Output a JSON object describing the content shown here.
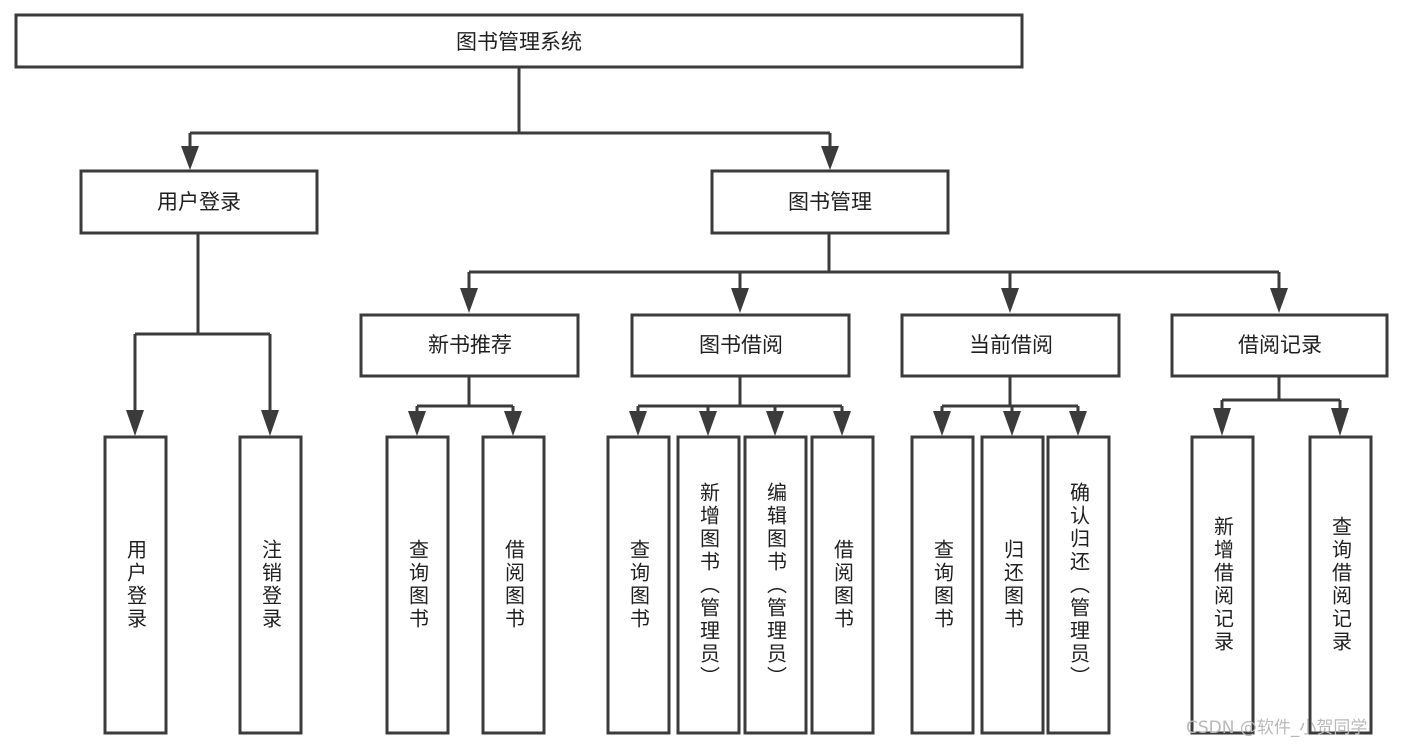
{
  "diagram": {
    "title": "图书管理系统",
    "type": "hierarchy-tree",
    "levels": 4,
    "root": {
      "id": "root",
      "label": "图书管理系统",
      "children": [
        {
          "id": "user-login",
          "label": "用户登录",
          "children": [
            {
              "id": "user-login-do",
              "label": "用户登录",
              "children": []
            },
            {
              "id": "user-logout",
              "label": "注销登录",
              "children": []
            }
          ]
        },
        {
          "id": "book-manage",
          "label": "图书管理",
          "children": [
            {
              "id": "new-book-recommend",
              "label": "新书推荐",
              "children": [
                {
                  "id": "nbr-query-book",
                  "label": "查询图书",
                  "children": []
                },
                {
                  "id": "nbr-borrow-book",
                  "label": "借阅图书",
                  "children": []
                }
              ]
            },
            {
              "id": "book-borrow",
              "label": "图书借阅",
              "children": [
                {
                  "id": "bb-query-book",
                  "label": "查询图书",
                  "children": []
                },
                {
                  "id": "bb-add-book",
                  "label": "新增图书（管理员）",
                  "children": []
                },
                {
                  "id": "bb-edit-book",
                  "label": "编辑图书（管理员）",
                  "children": []
                },
                {
                  "id": "bb-borrow-book",
                  "label": "借阅图书",
                  "children": []
                }
              ]
            },
            {
              "id": "current-borrow",
              "label": "当前借阅",
              "children": [
                {
                  "id": "cb-query-book",
                  "label": "查询图书",
                  "children": []
                },
                {
                  "id": "cb-return-book",
                  "label": "归还图书",
                  "children": []
                },
                {
                  "id": "cb-confirm-return",
                  "label": "确认归还（管理员）",
                  "children": []
                }
              ]
            },
            {
              "id": "borrow-record",
              "label": "借阅记录",
              "children": [
                {
                  "id": "br-add-record",
                  "label": "新增借阅记录",
                  "children": []
                },
                {
                  "id": "br-query-record",
                  "label": "查询借阅记录",
                  "children": []
                }
              ]
            }
          ]
        }
      ]
    },
    "colors": {
      "box_stroke": "#3b3b3b",
      "box_fill": "#ffffff",
      "text": "#1f1f1f",
      "connector": "#3b3b3b",
      "background": "#ffffff",
      "watermark": "#b9b9b9"
    }
  },
  "watermark": {
    "text": "CSDN @软件_小贺同学"
  },
  "nodes": {
    "root": "图书管理系统",
    "l2_user_login": "用户登录",
    "l2_book_manage": "图书管理",
    "l3_new_book": "新书推荐",
    "l3_book_borrow": "图书借阅",
    "l3_current_borrow": "当前借阅",
    "l3_borrow_record": "借阅记录",
    "leaf_user_login": "用户登录",
    "leaf_user_logout": "注销登录",
    "leaf_nbr_query": "查询图书",
    "leaf_nbr_borrow": "借阅图书",
    "leaf_bb_query": "查询图书",
    "leaf_bb_add": "新增图书（管理员）",
    "leaf_bb_edit": "编辑图书（管理员）",
    "leaf_bb_borrow": "借阅图书",
    "leaf_cb_query": "查询图书",
    "leaf_cb_return": "归还图书",
    "leaf_cb_confirm": "确认归还（管理员）",
    "leaf_br_add": "新增借阅记录",
    "leaf_br_query": "查询借阅记录"
  }
}
